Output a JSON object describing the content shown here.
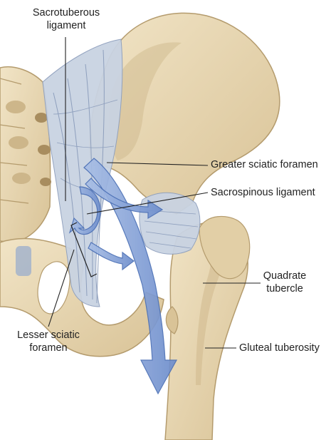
{
  "colors": {
    "bone": "#ead9b5",
    "bone_shadow": "#cdb68a",
    "bone_outline": "#b49b6d",
    "ligament": "#c9d3e2",
    "ligament_line": "#8e9fbd",
    "arrow_fill": "#7c9bd2",
    "arrow_stroke": "#4a6fb5",
    "label_text": "#222222",
    "leader": "#222222",
    "background": "#ffffff"
  },
  "labels": {
    "sacrotuberous_ligament": [
      "Sacrotuberous",
      "ligament"
    ],
    "greater_sciatic_foramen": "Greater sciatic foramen",
    "sacrospinous_ligament": "Sacrospinous ligament",
    "quadrate_tubercle": [
      "Quadrate",
      "tubercle"
    ],
    "gluteal_tuberosity": "Gluteal tuberosity",
    "lesser_sciatic_foramen": [
      "Lesser sciatic",
      "foramen"
    ]
  }
}
